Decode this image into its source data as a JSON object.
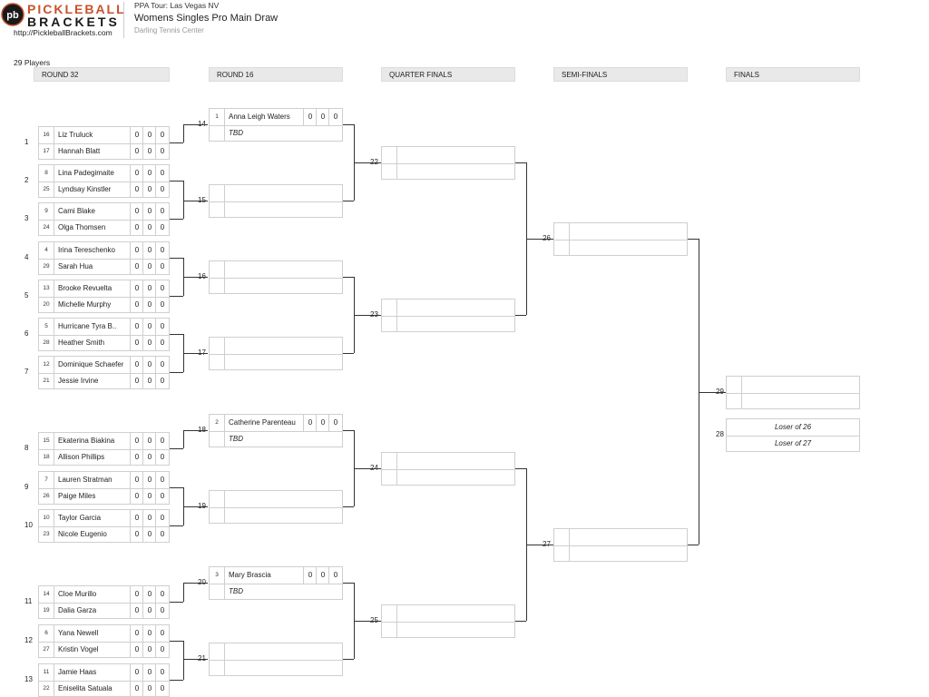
{
  "header": {
    "logo_top": "PICKLEBALL",
    "logo_bottom": "BRACKETS",
    "logo_mark": "pb",
    "site_url": "http://PickleballBrackets.com",
    "tour": "PPA Tour: Las Vegas NV",
    "event": "Womens Singles Pro Main Draw",
    "venue": "Darling Tennis Center"
  },
  "player_count": "29 Players",
  "rounds": [
    "ROUND 32",
    "ROUND 16",
    "QUARTER FINALS",
    "SEMI-FINALS",
    "FINALS"
  ],
  "round32": [
    {
      "num": "1",
      "players": [
        {
          "seed": "16",
          "name": "Liz Truluck",
          "scores": [
            "0",
            "0",
            "0"
          ]
        },
        {
          "seed": "17",
          "name": "Hannah Blatt",
          "scores": [
            "0",
            "0",
            "0"
          ]
        }
      ]
    },
    {
      "num": "2",
      "players": [
        {
          "seed": "8",
          "name": "Lina Padegimaite",
          "scores": [
            "0",
            "0",
            "0"
          ]
        },
        {
          "seed": "25",
          "name": "Lyndsay Kinstler",
          "scores": [
            "0",
            "0",
            "0"
          ]
        }
      ]
    },
    {
      "num": "3",
      "players": [
        {
          "seed": "9",
          "name": "Cami Blake",
          "scores": [
            "0",
            "0",
            "0"
          ]
        },
        {
          "seed": "24",
          "name": "Olga Thomsen",
          "scores": [
            "0",
            "0",
            "0"
          ]
        }
      ]
    },
    {
      "num": "4",
      "players": [
        {
          "seed": "4",
          "name": "Irina Tereschenko",
          "scores": [
            "0",
            "0",
            "0"
          ]
        },
        {
          "seed": "29",
          "name": "Sarah Hua",
          "scores": [
            "0",
            "0",
            "0"
          ]
        }
      ]
    },
    {
      "num": "5",
      "players": [
        {
          "seed": "13",
          "name": "Brooke Revuelta",
          "scores": [
            "0",
            "0",
            "0"
          ]
        },
        {
          "seed": "20",
          "name": "Michelle Murphy",
          "scores": [
            "0",
            "0",
            "0"
          ]
        }
      ]
    },
    {
      "num": "6",
      "players": [
        {
          "seed": "5",
          "name": "Hurricane Tyra B..",
          "scores": [
            "0",
            "0",
            "0"
          ]
        },
        {
          "seed": "28",
          "name": "Heather Smith",
          "scores": [
            "0",
            "0",
            "0"
          ]
        }
      ]
    },
    {
      "num": "7",
      "players": [
        {
          "seed": "12",
          "name": "Dominique Schaefer",
          "scores": [
            "0",
            "0",
            "0"
          ]
        },
        {
          "seed": "21",
          "name": "Jessie Irvine",
          "scores": [
            "0",
            "0",
            "0"
          ]
        }
      ]
    },
    {
      "num": "8",
      "players": [
        {
          "seed": "15",
          "name": "Ekaterina Biakina",
          "scores": [
            "0",
            "0",
            "0"
          ]
        },
        {
          "seed": "18",
          "name": "Allison Phillips",
          "scores": [
            "0",
            "0",
            "0"
          ]
        }
      ]
    },
    {
      "num": "9",
      "players": [
        {
          "seed": "7",
          "name": "Lauren Stratman",
          "scores": [
            "0",
            "0",
            "0"
          ]
        },
        {
          "seed": "26",
          "name": "Paige Miles",
          "scores": [
            "0",
            "0",
            "0"
          ]
        }
      ]
    },
    {
      "num": "10",
      "players": [
        {
          "seed": "10",
          "name": "Taylor Garcia",
          "scores": [
            "0",
            "0",
            "0"
          ]
        },
        {
          "seed": "23",
          "name": "Nicole Eugenio",
          "scores": [
            "0",
            "0",
            "0"
          ]
        }
      ]
    },
    {
      "num": "11",
      "players": [
        {
          "seed": "14",
          "name": "Cloe Murillo",
          "scores": [
            "0",
            "0",
            "0"
          ]
        },
        {
          "seed": "19",
          "name": "Dalia Garza",
          "scores": [
            "0",
            "0",
            "0"
          ]
        }
      ]
    },
    {
      "num": "12",
      "players": [
        {
          "seed": "6",
          "name": "Yana Newell",
          "scores": [
            "0",
            "0",
            "0"
          ]
        },
        {
          "seed": "27",
          "name": "Kristin Vogel",
          "scores": [
            "0",
            "0",
            "0"
          ]
        }
      ]
    },
    {
      "num": "13",
      "players": [
        {
          "seed": "11",
          "name": "Jamie Haas",
          "scores": [
            "0",
            "0",
            "0"
          ]
        },
        {
          "seed": "22",
          "name": "Eniselita Satuala",
          "scores": [
            "0",
            "0",
            "0"
          ]
        }
      ]
    }
  ],
  "round16": [
    {
      "num": "14",
      "players": [
        {
          "seed": "1",
          "name": "Anna Leigh Waters",
          "scores": [
            "0",
            "0",
            "0"
          ]
        },
        {
          "seed": "",
          "name": "TBD",
          "tbd": true
        }
      ]
    },
    {
      "num": "15",
      "players": []
    },
    {
      "num": "16",
      "players": []
    },
    {
      "num": "17",
      "players": []
    },
    {
      "num": "18",
      "players": [
        {
          "seed": "2",
          "name": "Catherine Parenteau",
          "scores": [
            "0",
            "0",
            "0"
          ]
        },
        {
          "seed": "",
          "name": "TBD",
          "tbd": true
        }
      ]
    },
    {
      "num": "19",
      "players": []
    },
    {
      "num": "20",
      "players": [
        {
          "seed": "3",
          "name": "Mary Brascia",
          "scores": [
            "0",
            "0",
            "0"
          ]
        },
        {
          "seed": "",
          "name": "TBD",
          "tbd": true
        }
      ]
    },
    {
      "num": "21",
      "players": []
    }
  ],
  "quarterfinals": [
    {
      "num": "22"
    },
    {
      "num": "23"
    },
    {
      "num": "24"
    },
    {
      "num": "25"
    }
  ],
  "semifinals": [
    {
      "num": "26"
    },
    {
      "num": "27"
    }
  ],
  "finals": [
    {
      "num": "29"
    }
  ],
  "third_place": {
    "num": "28",
    "top": "Loser of 26",
    "bottom": "Loser of 27"
  }
}
